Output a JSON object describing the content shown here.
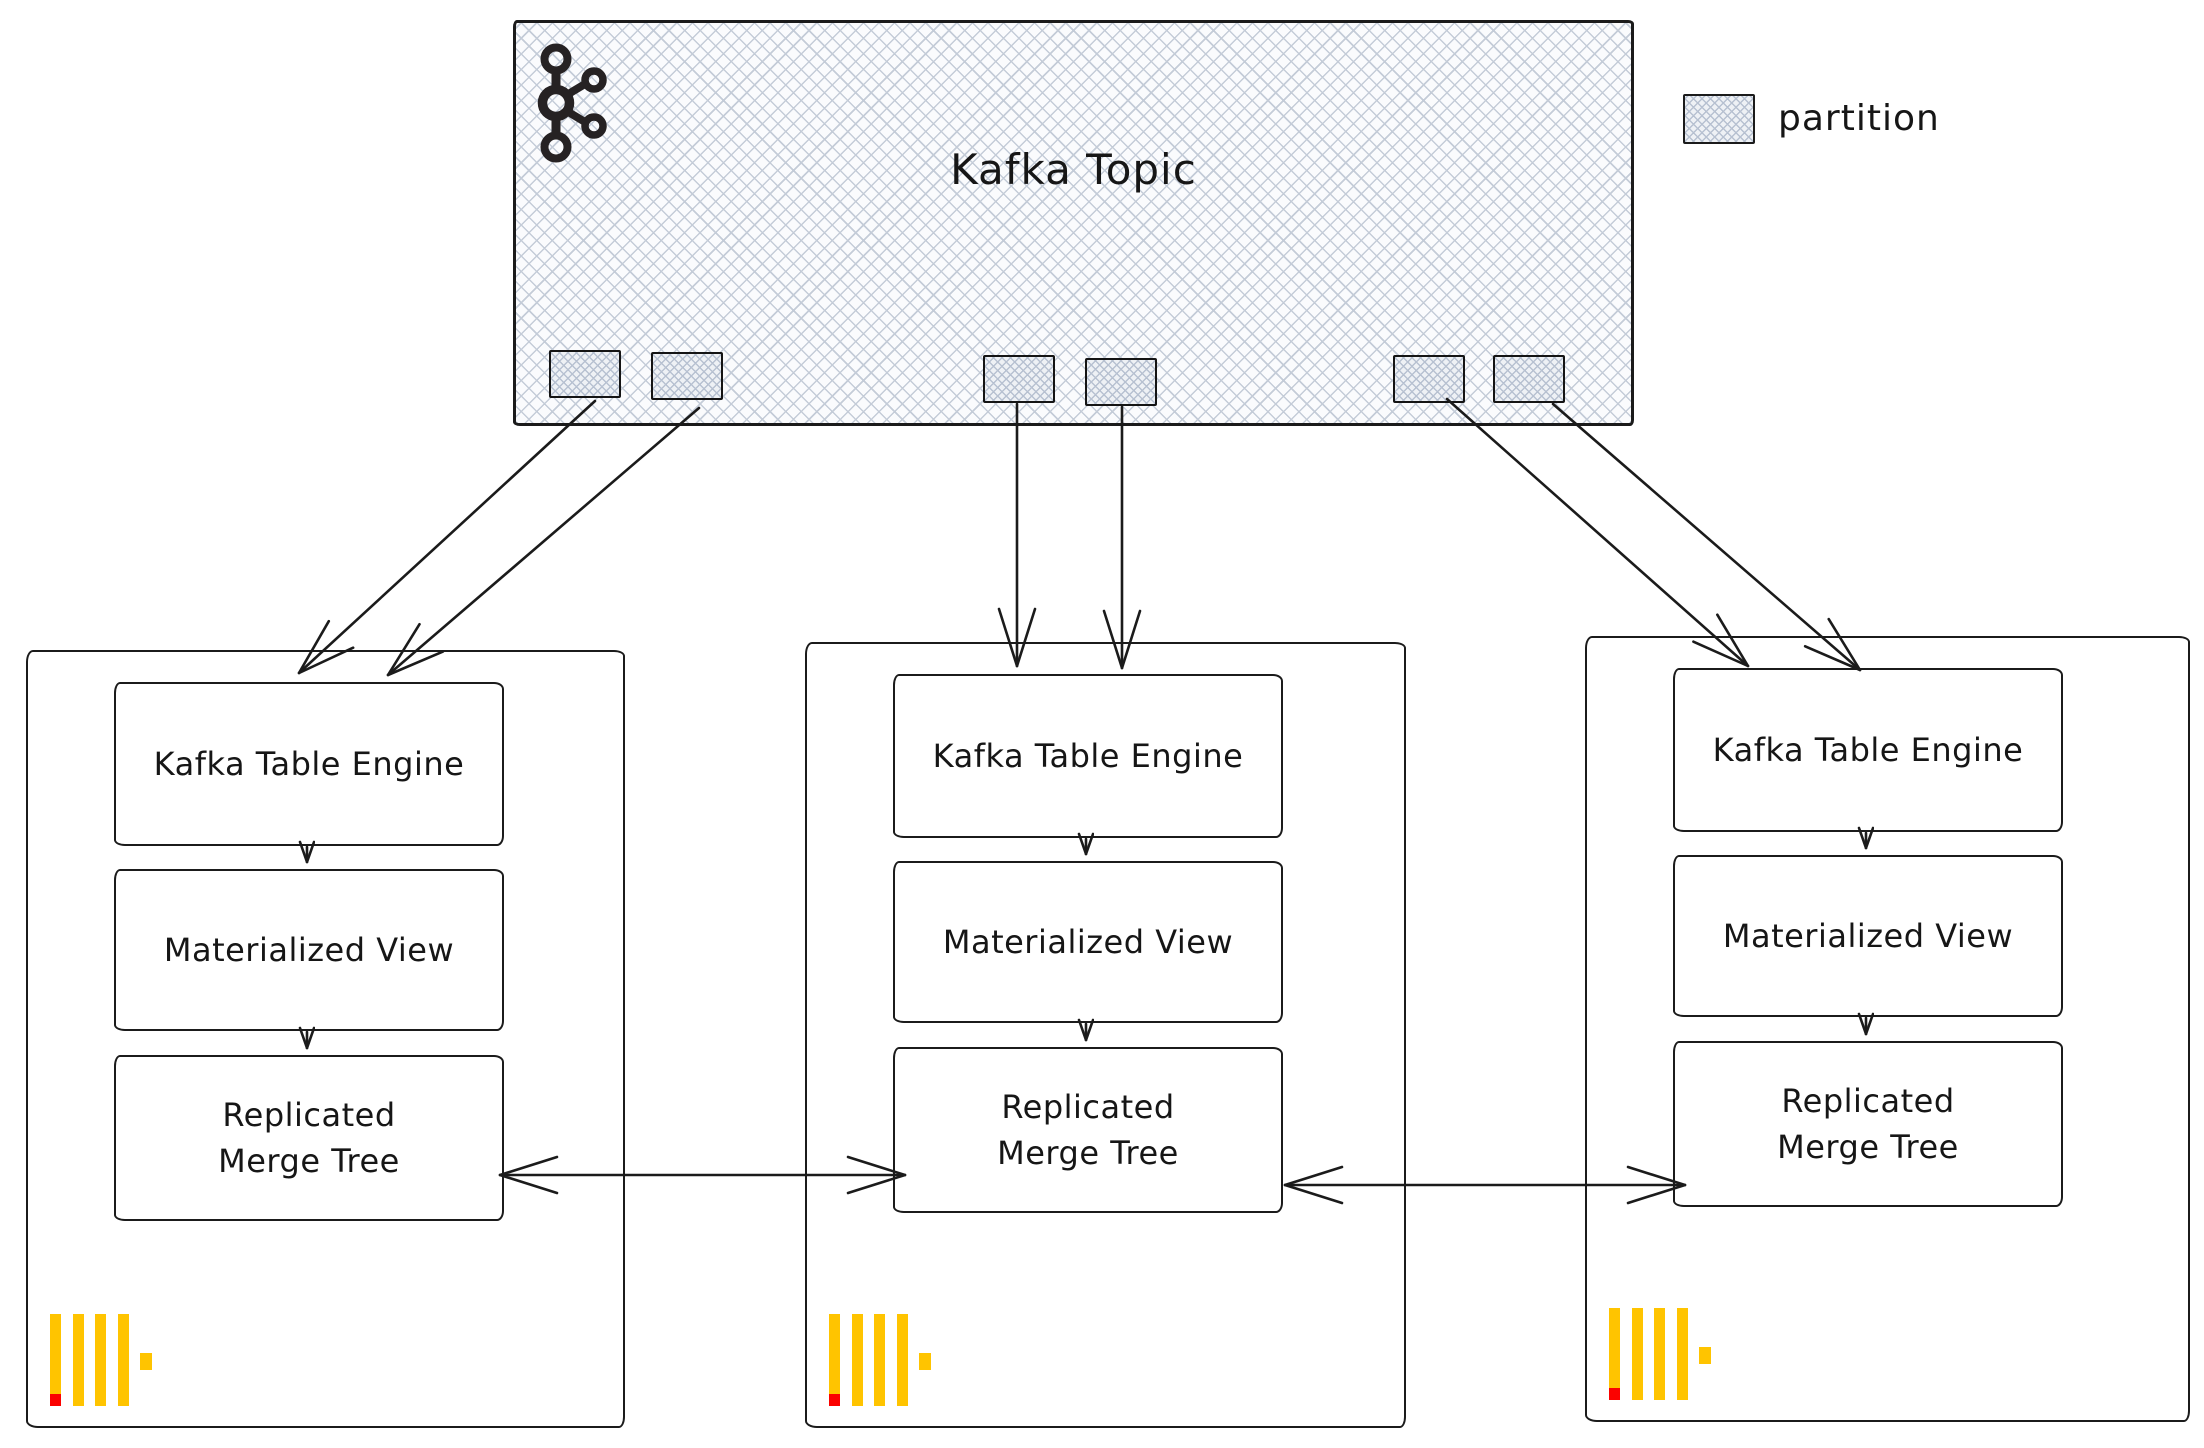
{
  "topic": {
    "label": "Kafka Topic",
    "partition_count": 6
  },
  "legend": {
    "label": "partition"
  },
  "nodes": [
    {
      "engine": "Kafka Table Engine",
      "view": "Materialized View",
      "tree": "Replicated\nMerge Tree"
    },
    {
      "engine": "Kafka Table Engine",
      "view": "Materialized View",
      "tree": "Replicated\nMerge Tree"
    },
    {
      "engine": "Kafka Table Engine",
      "view": "Materialized View",
      "tree": "Replicated\nMerge Tree"
    }
  ],
  "icons": {
    "topic_icon": "kafka-logo-icon",
    "node_icon": "clickhouse-logo-icon"
  },
  "colors": {
    "ink": "#1b1b1b",
    "hatch_line": "#c4ccd8",
    "clickhouse_yellow": "#FFC400",
    "clickhouse_red": "#FB0200"
  }
}
